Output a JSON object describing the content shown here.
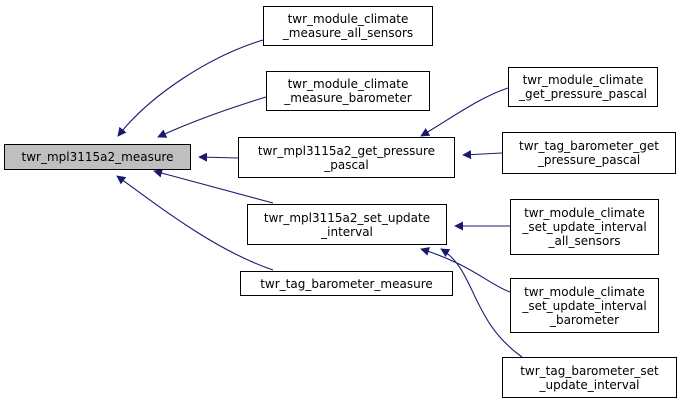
{
  "graph": {
    "root": {
      "id": "measure",
      "lines": [
        "twr_mpl3115a2_measure"
      ]
    },
    "nodes": [
      {
        "id": "climate_measure_all",
        "lines": [
          "twr_module_climate",
          "_measure_all_sensors"
        ]
      },
      {
        "id": "climate_measure_baro",
        "lines": [
          "twr_module_climate",
          "_measure_barometer"
        ]
      },
      {
        "id": "get_pressure",
        "lines": [
          "twr_mpl3115a2_get_pressure",
          "_pascal"
        ]
      },
      {
        "id": "set_update",
        "lines": [
          "twr_mpl3115a2_set_update",
          "_interval"
        ]
      },
      {
        "id": "tag_measure",
        "lines": [
          "twr_tag_barometer_measure"
        ]
      },
      {
        "id": "climate_get_pressure",
        "lines": [
          "twr_module_climate",
          "_get_pressure_pascal"
        ]
      },
      {
        "id": "tag_get_pressure",
        "lines": [
          "twr_tag_barometer_get",
          "_pressure_pascal"
        ]
      },
      {
        "id": "climate_set_all",
        "lines": [
          "twr_module_climate",
          "_set_update_interval",
          "_all_sensors"
        ]
      },
      {
        "id": "climate_set_baro",
        "lines": [
          "twr_module_climate",
          "_set_update_interval",
          "_barometer"
        ]
      },
      {
        "id": "tag_set_update",
        "lines": [
          "twr_tag_barometer_set",
          "_update_interval"
        ]
      }
    ],
    "edges": [
      {
        "from": "climate_measure_all",
        "to": "measure"
      },
      {
        "from": "climate_measure_baro",
        "to": "measure"
      },
      {
        "from": "get_pressure",
        "to": "measure"
      },
      {
        "from": "set_update",
        "to": "measure"
      },
      {
        "from": "tag_measure",
        "to": "measure"
      },
      {
        "from": "climate_get_pressure",
        "to": "get_pressure"
      },
      {
        "from": "tag_get_pressure",
        "to": "get_pressure"
      },
      {
        "from": "climate_set_all",
        "to": "set_update"
      },
      {
        "from": "climate_set_baro",
        "to": "set_update"
      },
      {
        "from": "tag_set_update",
        "to": "set_update"
      }
    ],
    "colors": {
      "edge": "#191970",
      "root_fill": "#bfbfbf",
      "node_fill": "#ffffff",
      "border": "#000000"
    }
  }
}
